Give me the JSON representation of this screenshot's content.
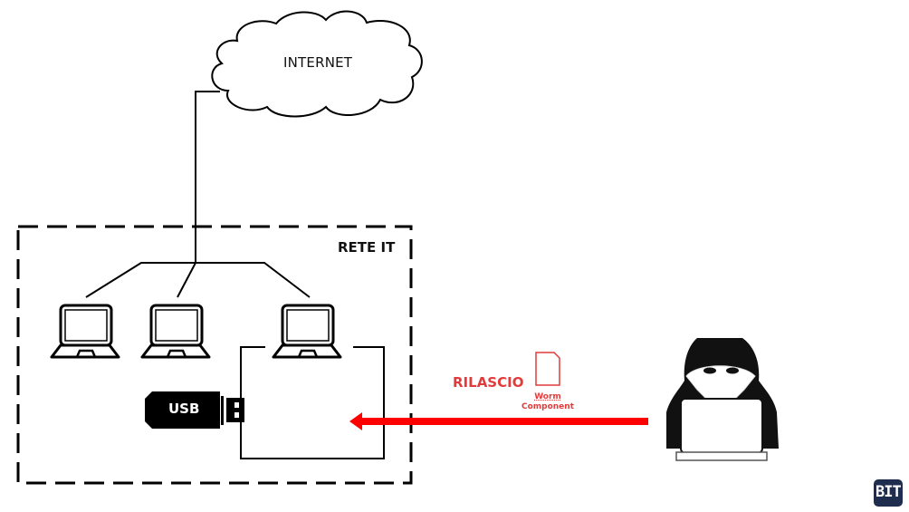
{
  "diagram": {
    "cloud": {
      "label": "INTERNET"
    },
    "network_zone": {
      "label": "RETE IT"
    },
    "devices": {
      "laptops": [
        "laptop-1",
        "laptop-2",
        "laptop-3"
      ],
      "usb": {
        "label": "USB"
      }
    },
    "attack": {
      "action_label": "RILASCIO",
      "payload_label_line1": "Worm",
      "payload_label_line2": "Component",
      "actor": "hacker",
      "arrow_color": "#ff0000",
      "accent_color": "#e23b3b"
    },
    "logo": {
      "label": "BIT",
      "color": "#1f2d4e"
    }
  }
}
